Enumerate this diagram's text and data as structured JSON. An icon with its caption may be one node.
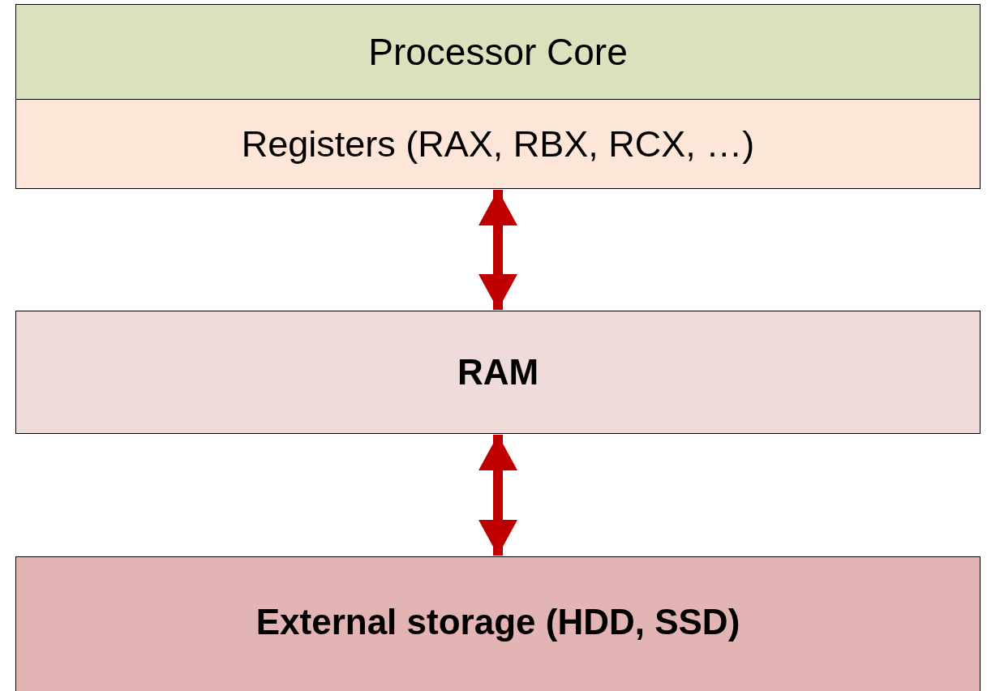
{
  "diagram": {
    "nodes": [
      {
        "text": [
          "Processor Core"
        ]
      },
      {
        "text": [
          "Registers (RAX, RBX, RCX, …)"
        ]
      },
      {
        "text": [
          "RAM"
        ]
      },
      {
        "text": [
          "External storage (HDD, SSD)"
        ]
      }
    ],
    "edges": [
      {
        "from": 1,
        "to": 2,
        "arrow": "both"
      },
      {
        "from": 2,
        "to": 3,
        "arrow": "both"
      }
    ]
  }
}
